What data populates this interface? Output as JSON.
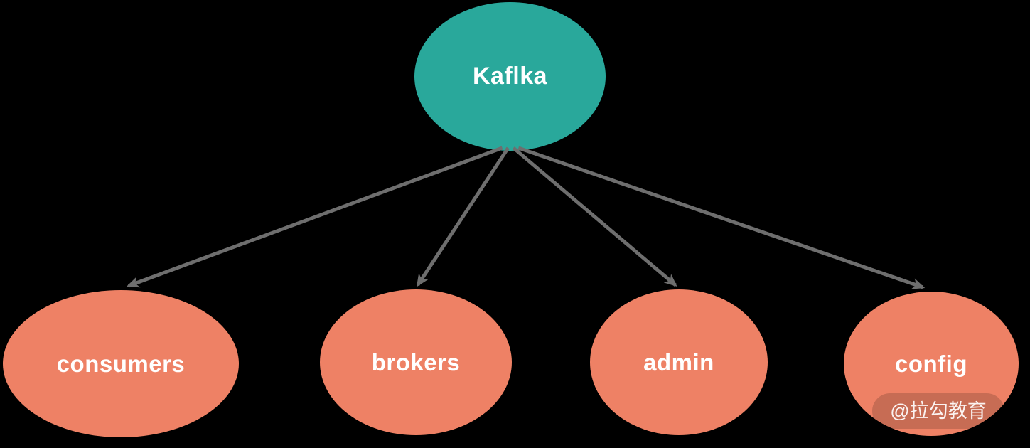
{
  "background_color": "#000000",
  "diagram": {
    "nodes": [
      {
        "id": "kafka",
        "label": "Kaflka",
        "fill": "#29a89b",
        "text_color": "#ffffff"
      },
      {
        "id": "consumers",
        "label": "consumers",
        "fill": "#ee8165",
        "text_color": "#ffffff"
      },
      {
        "id": "brokers",
        "label": "brokers",
        "fill": "#ee8165",
        "text_color": "#ffffff"
      },
      {
        "id": "admin",
        "label": "admin",
        "fill": "#ee8165",
        "text_color": "#ffffff"
      },
      {
        "id": "config",
        "label": "config",
        "fill": "#ee8165",
        "text_color": "#ffffff"
      }
    ],
    "edges": [
      {
        "from": "kafka",
        "to": "consumers"
      },
      {
        "from": "kafka",
        "to": "brokers"
      },
      {
        "from": "kafka",
        "to": "admin"
      },
      {
        "from": "kafka",
        "to": "config"
      }
    ],
    "edge_color": "#6e6e6e"
  },
  "watermark": {
    "text": "@拉勾教育"
  }
}
